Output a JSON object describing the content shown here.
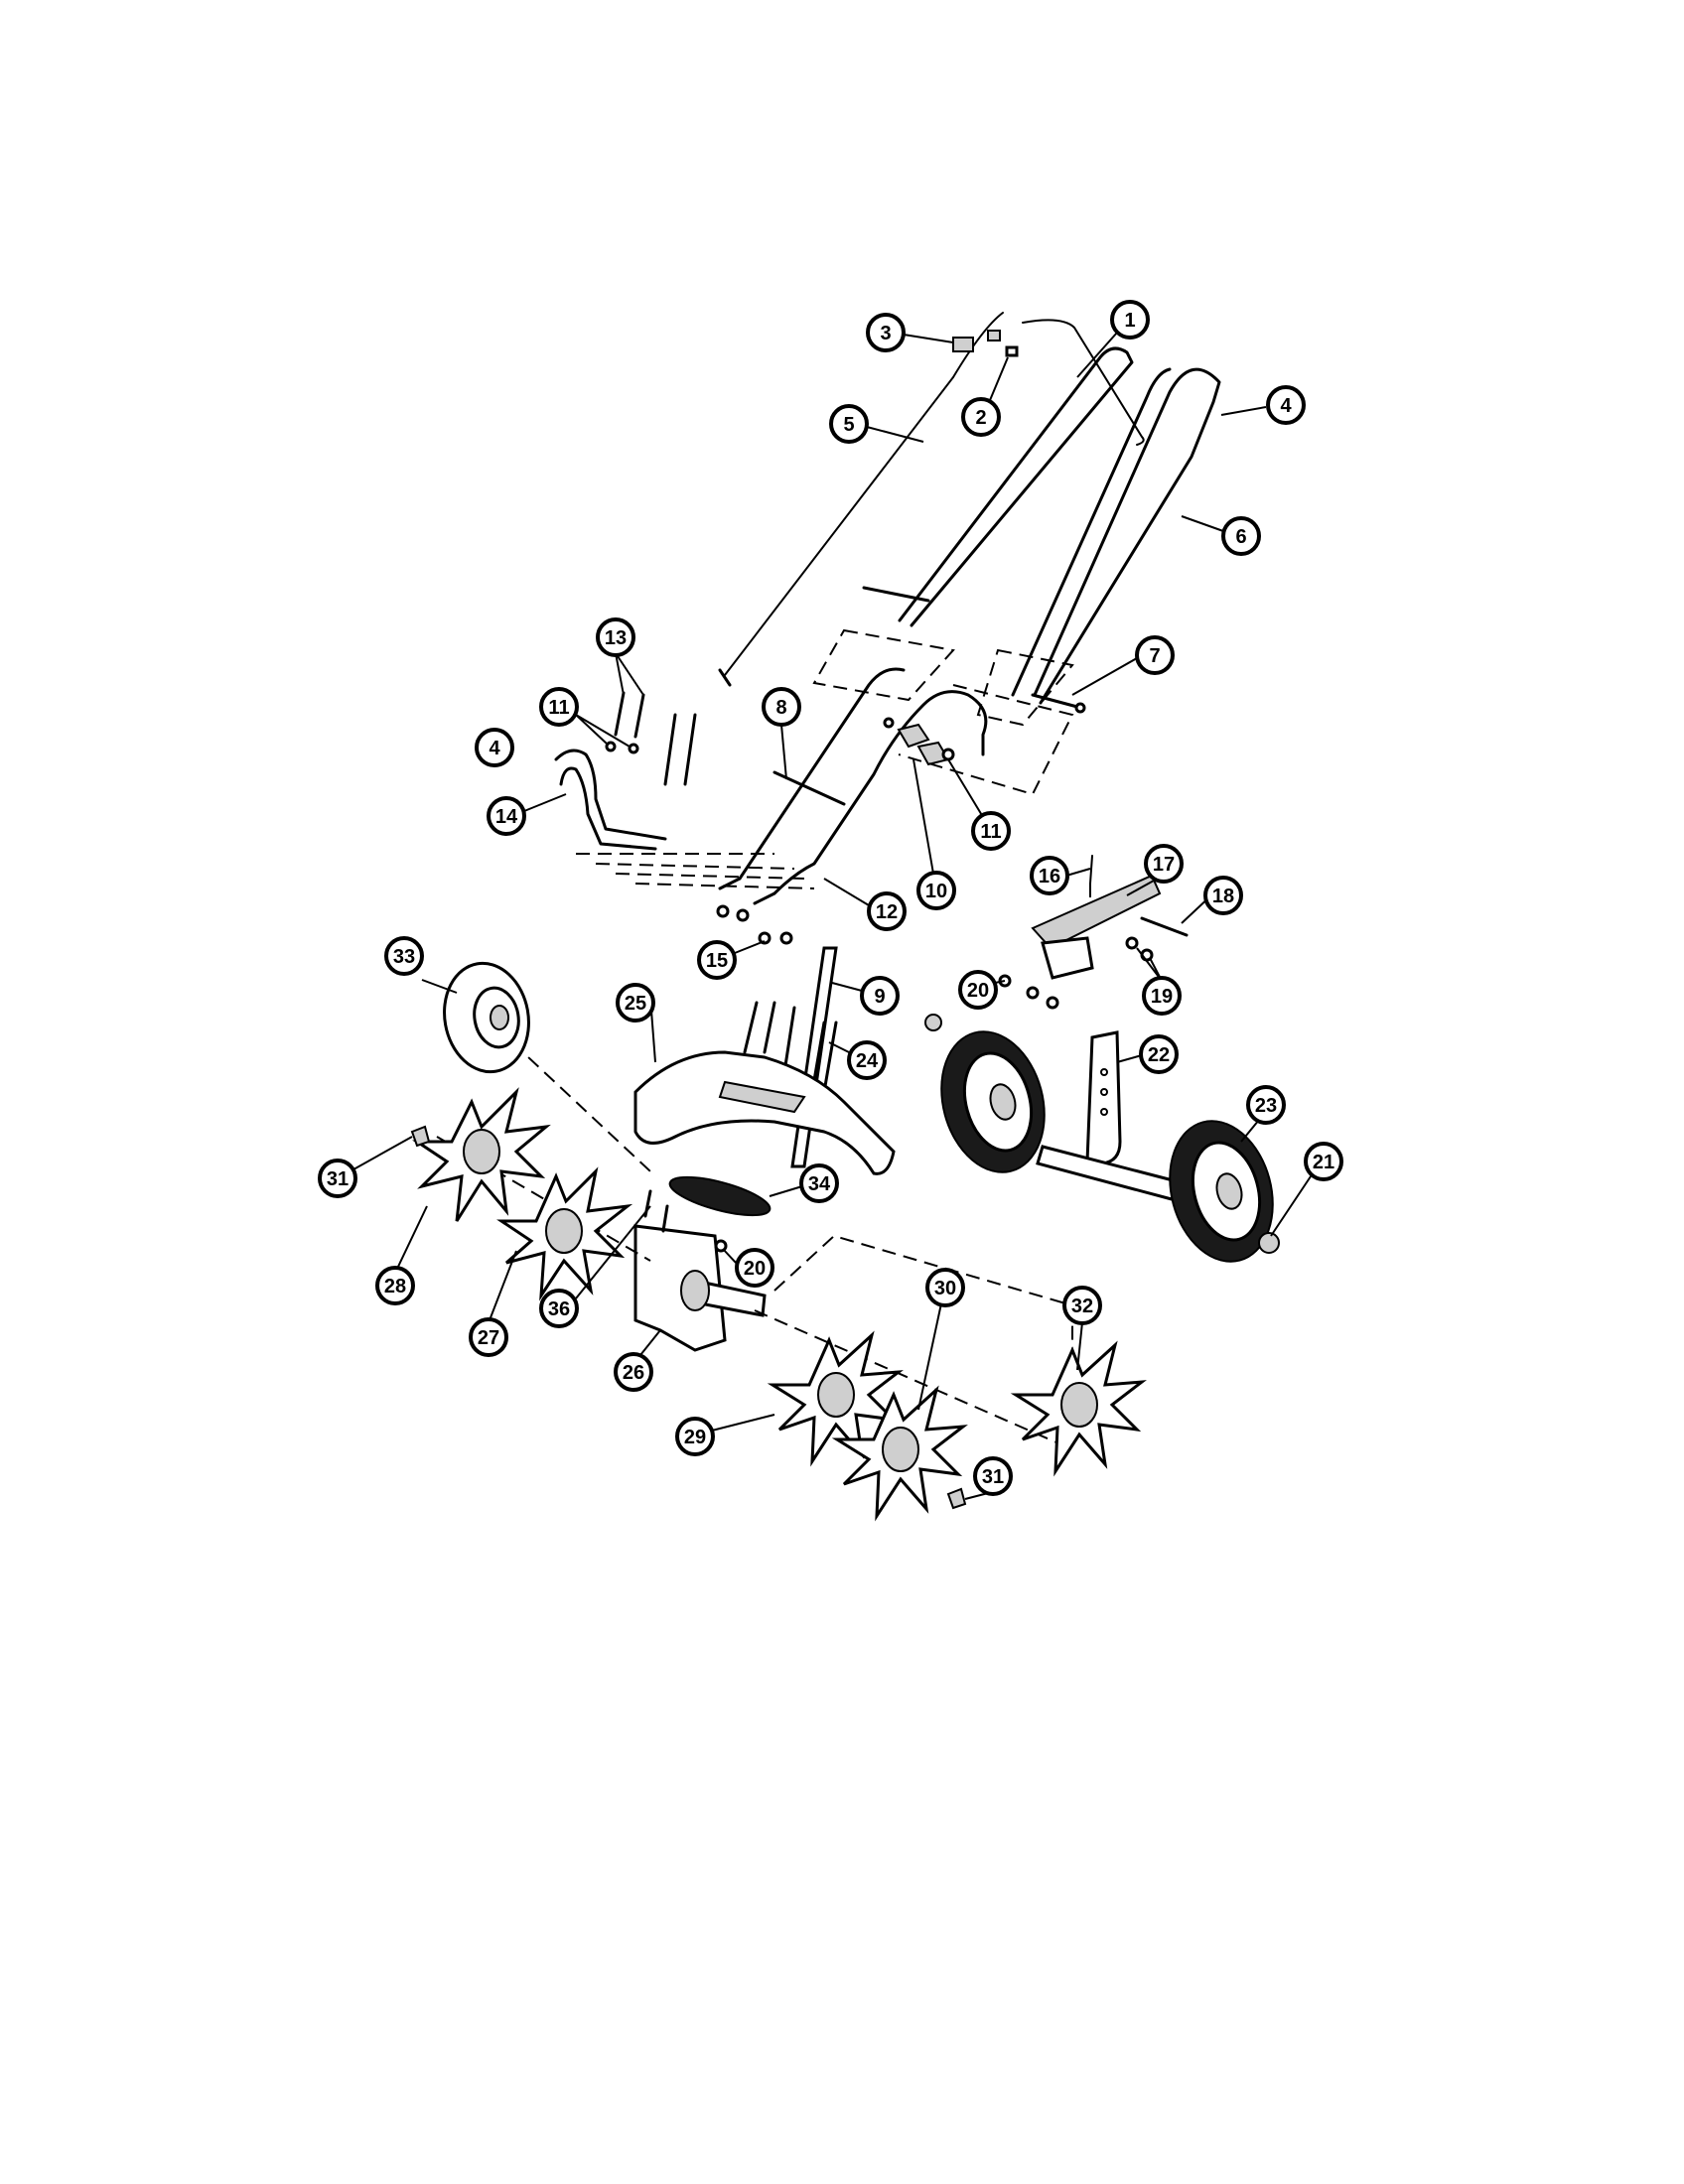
{
  "callouts": [
    {
      "id": "c1",
      "label": "1"
    },
    {
      "id": "c2",
      "label": "2"
    },
    {
      "id": "c3",
      "label": "3"
    },
    {
      "id": "c4a",
      "label": "4"
    },
    {
      "id": "c4b",
      "label": "4"
    },
    {
      "id": "c5",
      "label": "5"
    },
    {
      "id": "c6",
      "label": "6"
    },
    {
      "id": "c7",
      "label": "7"
    },
    {
      "id": "c8",
      "label": "8"
    },
    {
      "id": "c9",
      "label": "9"
    },
    {
      "id": "c10",
      "label": "10"
    },
    {
      "id": "c11a",
      "label": "11"
    },
    {
      "id": "c11b",
      "label": "11"
    },
    {
      "id": "c12",
      "label": "12"
    },
    {
      "id": "c13",
      "label": "13"
    },
    {
      "id": "c14",
      "label": "14"
    },
    {
      "id": "c15",
      "label": "15"
    },
    {
      "id": "c16",
      "label": "16"
    },
    {
      "id": "c17",
      "label": "17"
    },
    {
      "id": "c18",
      "label": "18"
    },
    {
      "id": "c19",
      "label": "19"
    },
    {
      "id": "c20a",
      "label": "20"
    },
    {
      "id": "c20b",
      "label": "20"
    },
    {
      "id": "c21",
      "label": "21"
    },
    {
      "id": "c22",
      "label": "22"
    },
    {
      "id": "c23",
      "label": "23"
    },
    {
      "id": "c24",
      "label": "24"
    },
    {
      "id": "c25",
      "label": "25"
    },
    {
      "id": "c26",
      "label": "26"
    },
    {
      "id": "c27",
      "label": "27"
    },
    {
      "id": "c28",
      "label": "28"
    },
    {
      "id": "c29",
      "label": "29"
    },
    {
      "id": "c30",
      "label": "30"
    },
    {
      "id": "c31a",
      "label": "31"
    },
    {
      "id": "c31b",
      "label": "31"
    },
    {
      "id": "c32",
      "label": "32"
    },
    {
      "id": "c33",
      "label": "33"
    },
    {
      "id": "c34",
      "label": "34"
    },
    {
      "id": "c36",
      "label": "36"
    }
  ]
}
